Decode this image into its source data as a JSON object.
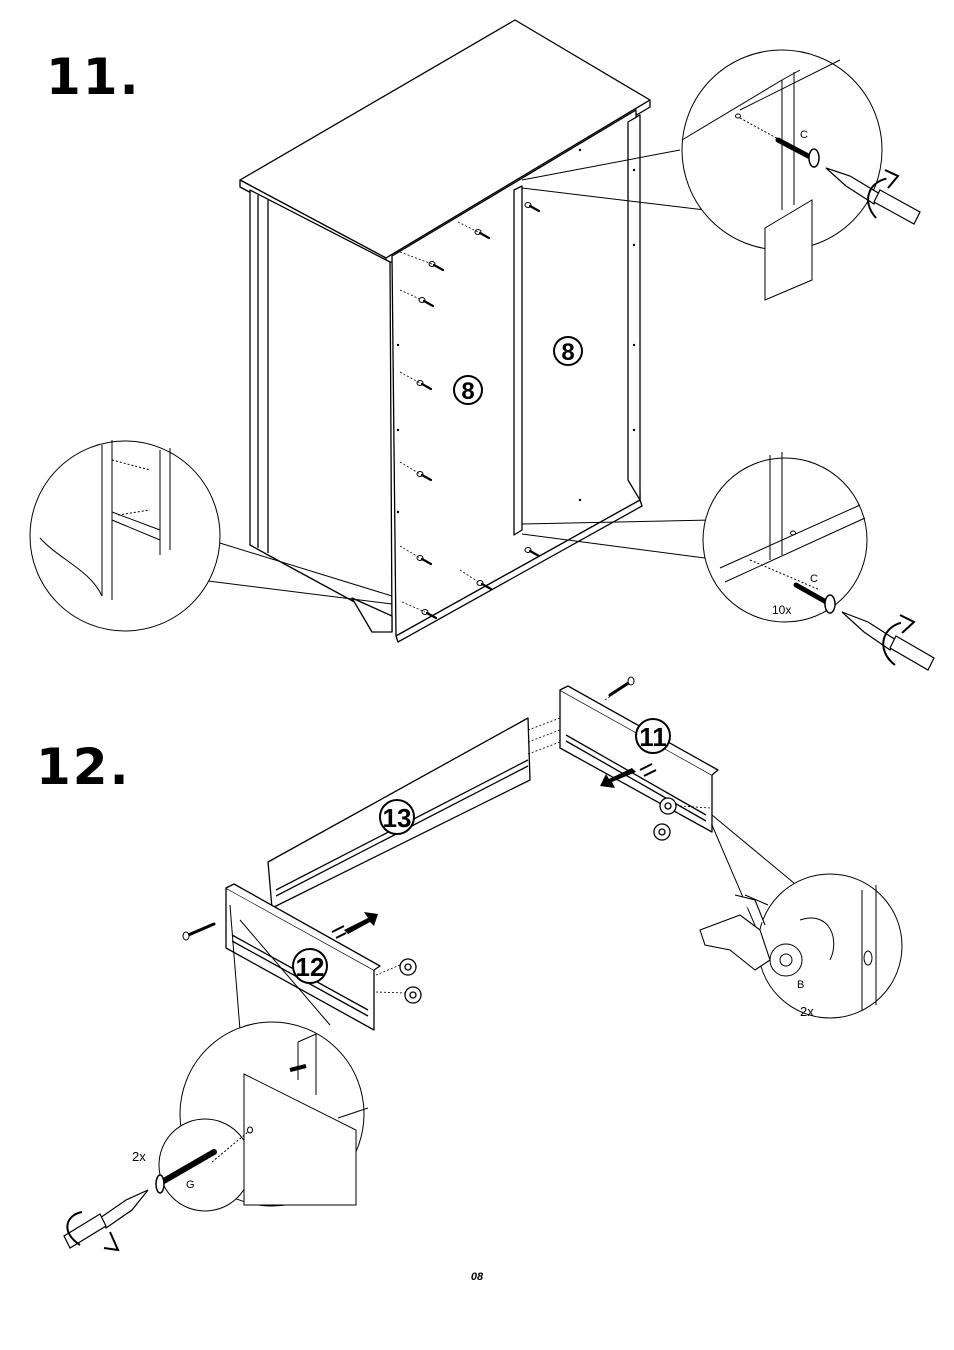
{
  "steps": {
    "step11": {
      "number": "11.",
      "panel_left_number": "8",
      "panel_right_number": "8",
      "callout_top_screw": "C",
      "callout_bottom_screw": "C",
      "callout_bottom_count": "10x"
    },
    "step12": {
      "number": "12.",
      "part_back": "13",
      "part_right": "11",
      "part_left": "12",
      "callout_cam_letter": "B",
      "callout_cam_count": "2x",
      "callout_screw_letter": "G",
      "callout_screw_count": "2x"
    }
  },
  "footer": {
    "page_number": "08"
  },
  "icons": [
    "screw-icon",
    "screwdriver-icon",
    "rotation-arrow-icon",
    "cam-lock-icon",
    "push-arrow-icon",
    "hand-icon"
  ]
}
